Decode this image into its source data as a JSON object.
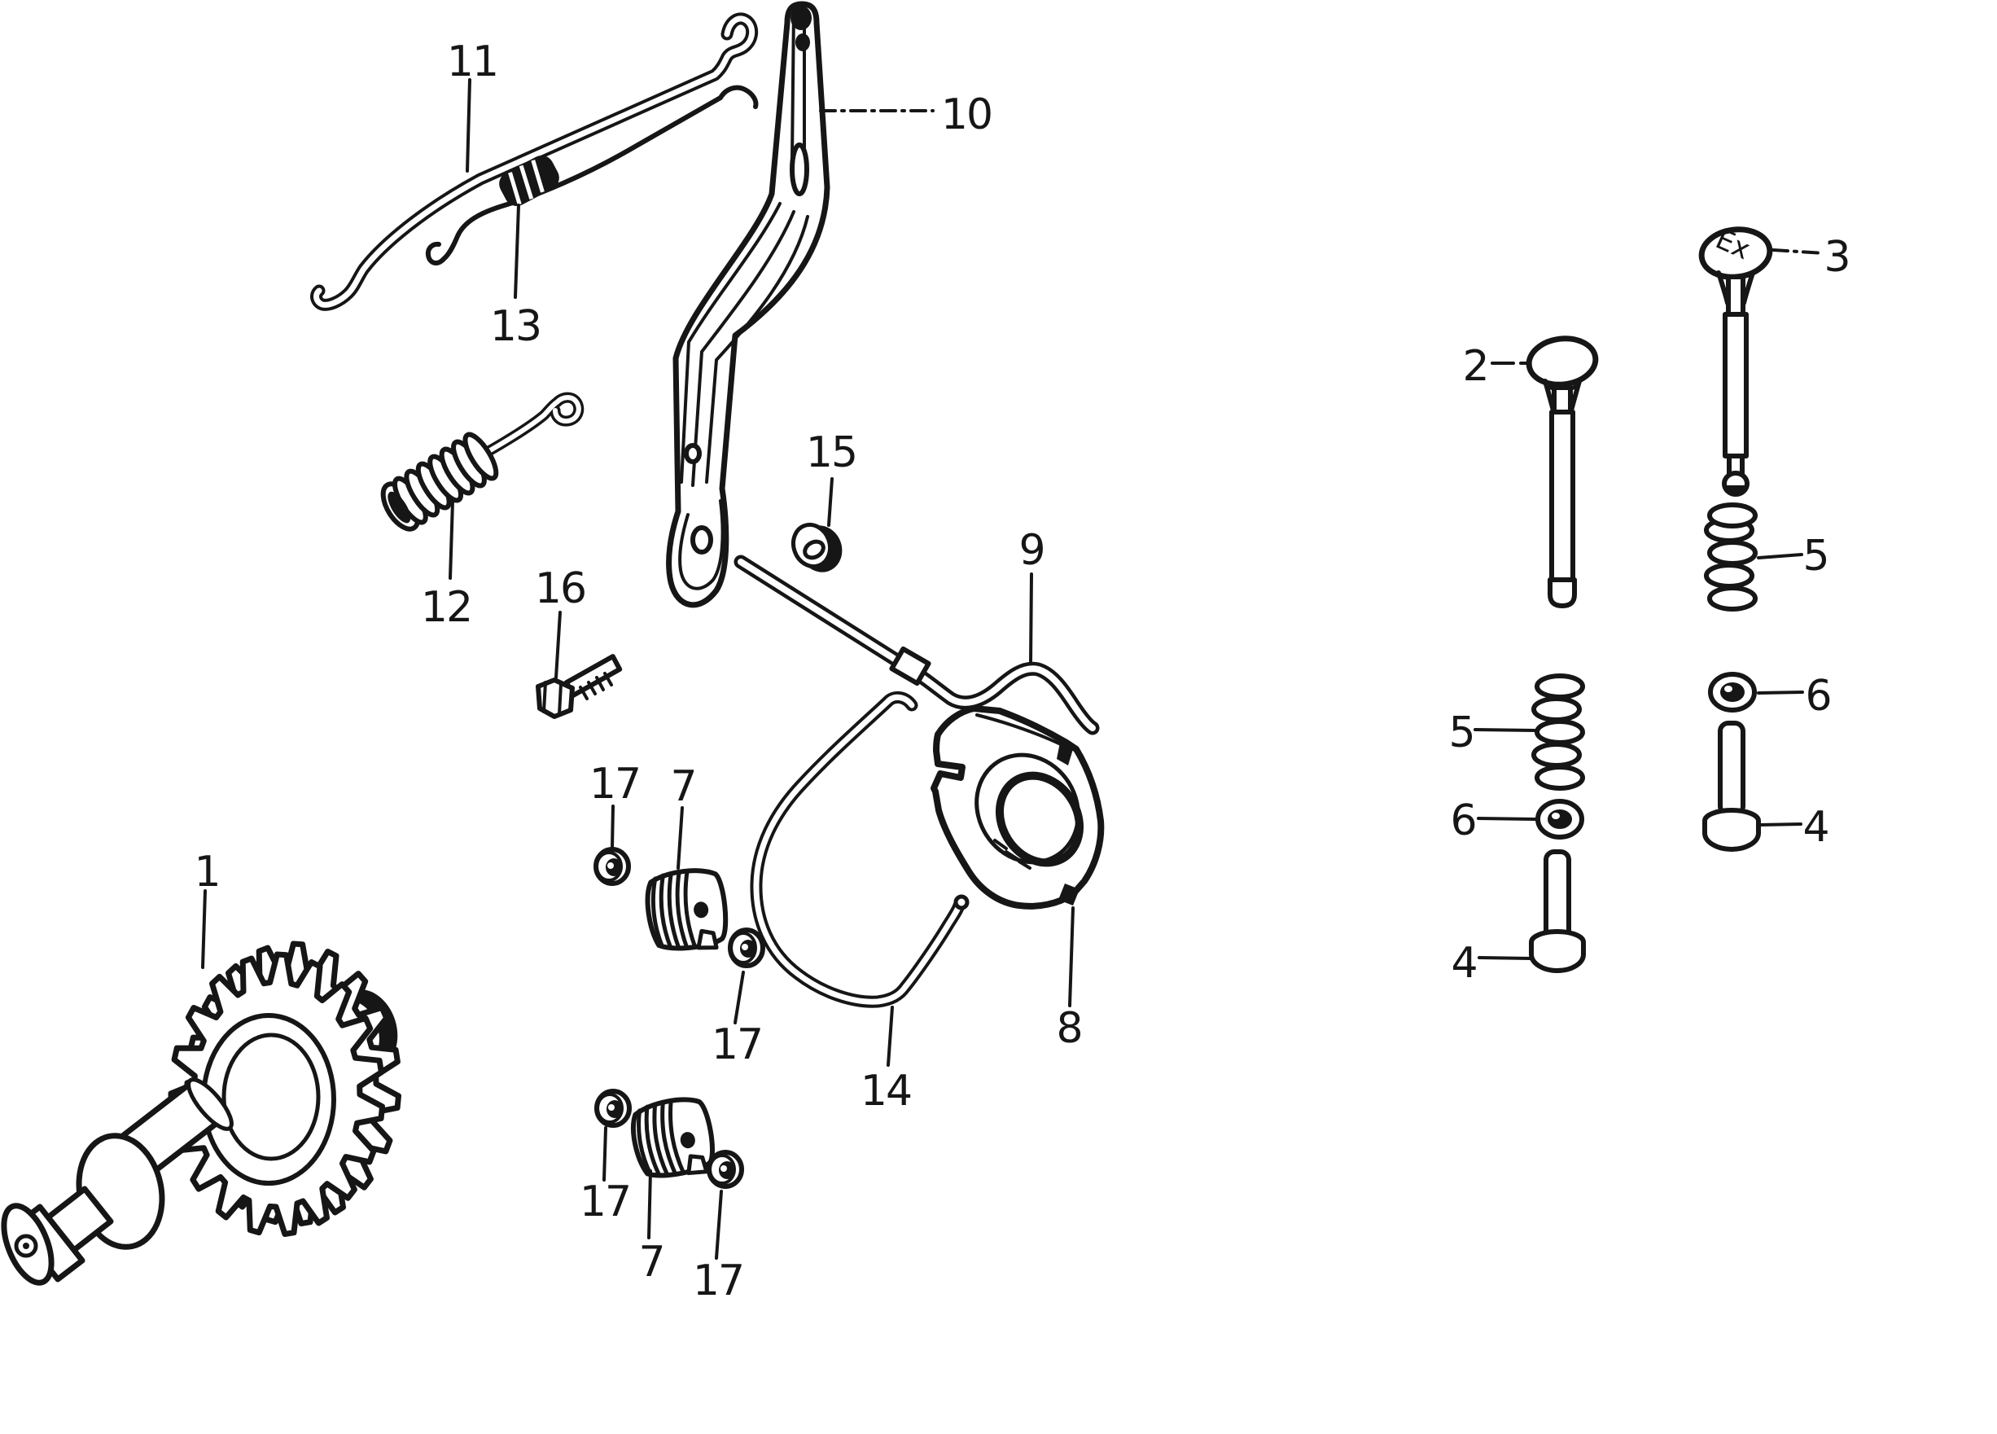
{
  "diagram": {
    "type": "exploded-parts-diagram",
    "background": "#ffffff",
    "line_color": "#161616",
    "callouts": {
      "1": "1",
      "2": "2",
      "3": "3",
      "4_left": "4",
      "4_right": "4",
      "5_left": "5",
      "5_right": "5",
      "6_left": "6",
      "6_right": "6",
      "7_upper": "7",
      "7_lower": "7",
      "8": "8",
      "9": "9",
      "10": "10",
      "11": "11",
      "12": "12",
      "13": "13",
      "14": "14",
      "15": "15",
      "16": "16",
      "17_a": "17",
      "17_b": "17",
      "17_c": "17",
      "17_d": "17"
    },
    "valve_marking": "Ex"
  }
}
